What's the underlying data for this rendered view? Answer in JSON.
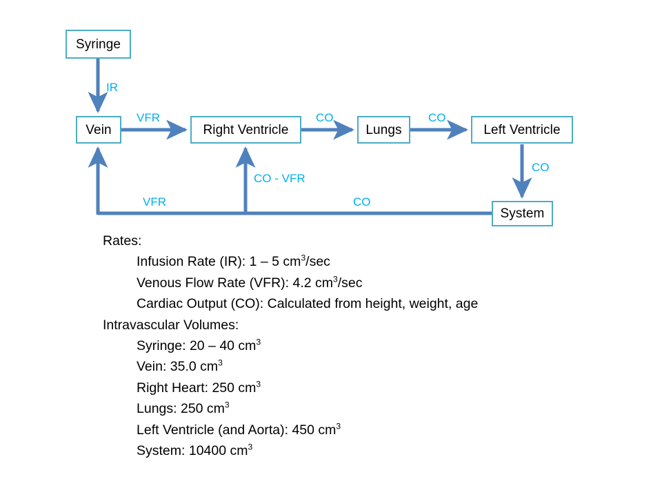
{
  "diagram": {
    "nodes": [
      {
        "id": "syringe",
        "label": "Syringe"
      },
      {
        "id": "vein",
        "label": "Vein"
      },
      {
        "id": "right-ventricle",
        "label": "Right Ventricle"
      },
      {
        "id": "lungs",
        "label": "Lungs"
      },
      {
        "id": "left-ventricle",
        "label": "Left Ventricle"
      },
      {
        "id": "system",
        "label": "System"
      }
    ],
    "edge_labels": {
      "syringe_to_vein": "IR",
      "vein_to_right_ventricle": "VFR",
      "right_ventricle_to_lungs": "CO",
      "lungs_to_left_ventricle": "CO",
      "left_ventricle_to_system": "CO",
      "system_to_vein": "VFR",
      "system_to_right_ventricle": "CO - VFR",
      "system_return": "CO"
    },
    "colors": {
      "node_border": "#4BACC6",
      "arrow": "#4F81BD",
      "edge_label": "#00B0F0"
    }
  },
  "notes": {
    "rates_heading": "Rates:",
    "rates": [
      "Infusion Rate (IR): 1 – 5 cm³/sec",
      "Venous Flow Rate (VFR): 4.2 cm³/sec",
      "Cardiac Output (CO): Calculated from height, weight, age"
    ],
    "volumes_heading": "Intravascular Volumes:",
    "volumes": [
      "Syringe: 20 – 40 cm³",
      "Vein: 35.0 cm³",
      "Right Heart: 250 cm³",
      "Lungs: 250 cm³",
      "Left Ventricle (and Aorta): 450 cm³",
      "System: 10400 cm³"
    ]
  }
}
